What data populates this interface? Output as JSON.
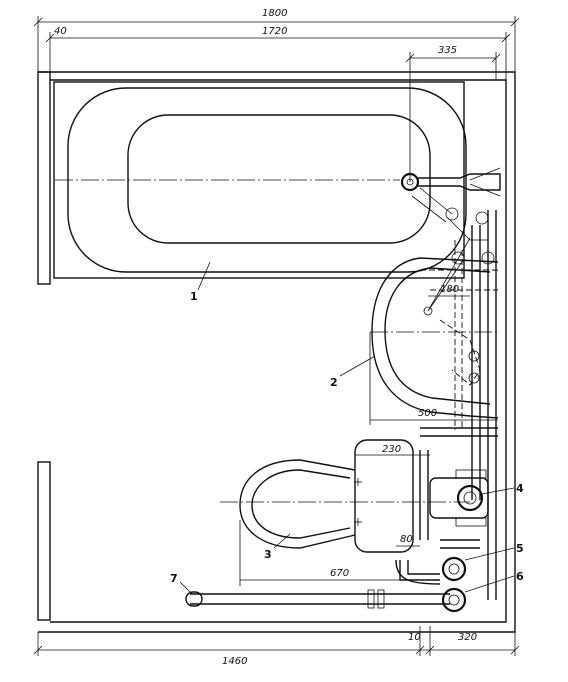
{
  "dimensions": {
    "total_width": "1800",
    "inner_width": "1720",
    "wall_offset": "40",
    "pipe_offset": "335",
    "basin_offset": "180",
    "basin_width": "500",
    "cistern_width": "230",
    "wc_offset": "670",
    "cistern_gap": "80",
    "bottom_left": "1460",
    "bottom_gap": "10",
    "bottom_right": "320"
  },
  "callouts": [
    "1",
    "2",
    "3",
    "4",
    "5",
    "6",
    "7"
  ]
}
